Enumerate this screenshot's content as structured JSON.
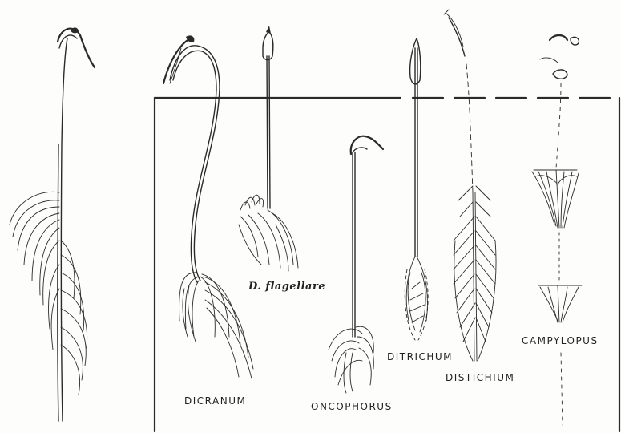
{
  "labels": {
    "dicranum": "DICRANUM",
    "flagellare": "D. flagellare",
    "oncophorus": "ONCOPHORUS",
    "ditrichum": "DITRICHUM",
    "distichium": "DISTICHIUM",
    "campylopus": "CAMPYLOPUS"
  },
  "colors": {
    "ink": "#2a2a2a",
    "paper": "#fdfdfc"
  }
}
